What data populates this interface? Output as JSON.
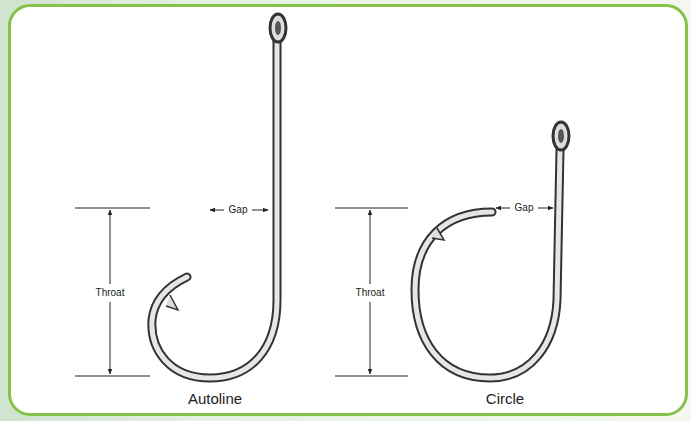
{
  "diagram": {
    "labels": [
      "Gap",
      "Throat",
      "Autoline",
      "Gap",
      "Throat",
      "Circle"
    ]
  }
}
